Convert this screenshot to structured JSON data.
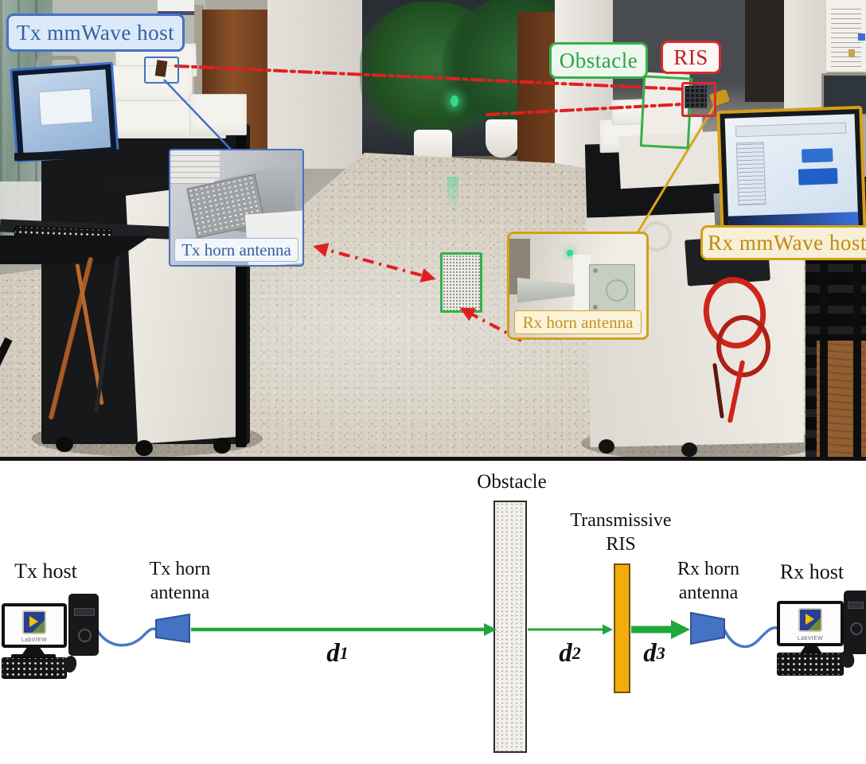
{
  "photo": {
    "badges": {
      "tx_mmwave_host": "Tx mmWave host",
      "obstacle": "Obstacle",
      "ris": "RIS",
      "rx_mmwave_host": "Rx mmWave host"
    },
    "inset_labels": {
      "tx_horn_antenna": "Tx horn antenna",
      "rx_horn_antenna": "Rx horn antenna"
    }
  },
  "diagram": {
    "obstacle": "Obstacle",
    "transmissive_ris": {
      "line1": "Transmissive",
      "line2": "RIS"
    },
    "tx_host": "Tx host",
    "tx_horn": {
      "line1": "Tx horn",
      "line2": "antenna"
    },
    "rx_horn": {
      "line1": "Rx horn",
      "line2": "antenna"
    },
    "rx_host": "Rx host",
    "distances": {
      "d1": {
        "base": "d",
        "sub": "1"
      },
      "d2": {
        "base": "d",
        "sub": "2"
      },
      "d3": {
        "base": "d",
        "sub": "3"
      }
    },
    "monitor_brand": "LabVIEW"
  },
  "colors": {
    "annotation_blue": "#4472c4",
    "annotation_green": "#35b14a",
    "annotation_red": "#d92b2b",
    "annotation_gold": "#d4a017",
    "arrow_green": "#1ea83b",
    "ris_orange": "#f2ac0b",
    "horn_blue": "#4472c4"
  }
}
